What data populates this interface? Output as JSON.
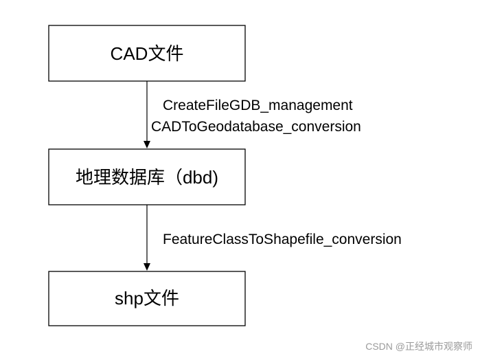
{
  "diagram": {
    "nodes": [
      {
        "id": "cad",
        "label": "CAD文件"
      },
      {
        "id": "gdb",
        "label": "地理数据库（dbd)"
      },
      {
        "id": "shp",
        "label": "shp文件"
      }
    ],
    "edges": [
      {
        "from": "cad",
        "to": "gdb",
        "labels": [
          "CreateFileGDB_management",
          "CADToGeodatabase_conversion"
        ]
      },
      {
        "from": "gdb",
        "to": "shp",
        "labels": [
          "FeatureClassToShapefile_conversion"
        ]
      }
    ]
  },
  "watermark": "CSDN @正经城市观察师"
}
